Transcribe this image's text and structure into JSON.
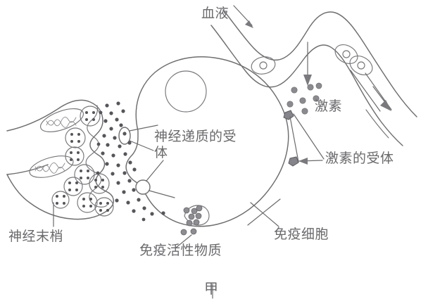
{
  "figure": {
    "title_label": "甲",
    "domain": "biology-diagram",
    "description": "人体细胞与神经末梢、血液、免疫细胞的信息交流示意图",
    "ink_color": "#6e6e70",
    "text_color": "#6a6a6d",
    "background_color": "#ffffff"
  },
  "labels": {
    "blood": "血液",
    "hormone": "激素",
    "hormone_receptor": "激素的受体",
    "neurotransmitter_receptor": "神经递质的受体",
    "nerve_ending": "神经末梢",
    "immune_active_substance": "免疫活性物质",
    "immune_cell": "免疫细胞"
  },
  "structures": {
    "target_cell": {
      "name": "靶细胞",
      "has_nucleus": true,
      "nucleus_shape": "circle"
    },
    "nerve_terminal": {
      "name": "神经末梢",
      "mitochondria_count": 2,
      "vesicle_count": 9,
      "vesicle_internal_dots": 4
    },
    "blood_vessel": {
      "name": "毛细血管",
      "blood_cell_count": 3,
      "flow_arrows": 2
    },
    "receptors": {
      "neurotransmitter_receptors": 2,
      "hormone_receptors": 2,
      "immune_substance_receptor": 1
    },
    "particles": {
      "neurotransmitter_dots": 38,
      "hormone_dots": 7,
      "immune_substance_dots": 9
    }
  },
  "icons": {
    "arrow_blood_in": "arrow-down-right-icon",
    "arrow_hormone_release": "arrow-down-icon",
    "arrow_blood_flow": "arrow-down-right-icon",
    "leader_line": "leader-line-icon"
  }
}
